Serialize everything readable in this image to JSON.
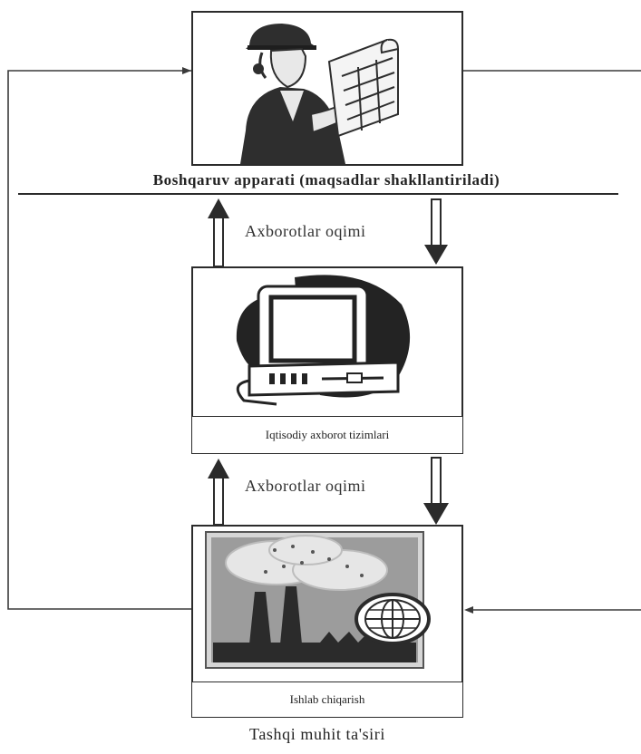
{
  "diagram": {
    "header": {
      "label": "Boshqaruv apparati (maqsadlar shakllantiriladi)"
    },
    "flows": [
      {
        "label": "Axborotlar oqimi"
      },
      {
        "label": "Axborotlar oqimi"
      }
    ],
    "info_systems": {
      "label": "Iqtisodiy axborot tizimlari"
    },
    "production": {
      "label": "Ishlab chiqarish"
    },
    "environment": {
      "label": "Tashqi muhit ta'siri"
    }
  }
}
